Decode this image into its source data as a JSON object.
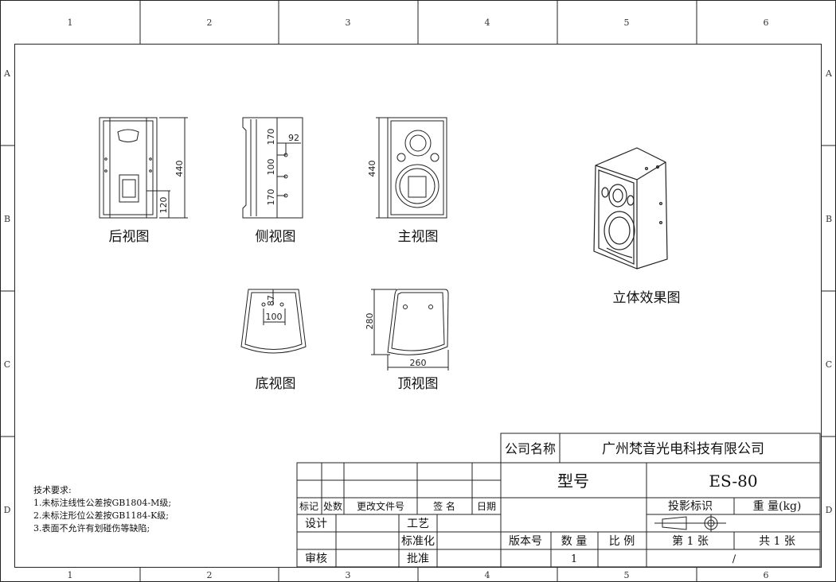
{
  "zones": {
    "columns": [
      "1",
      "2",
      "3",
      "4",
      "5",
      "6"
    ],
    "rows": [
      "A",
      "B",
      "C",
      "D"
    ]
  },
  "views": {
    "rear": "后视图",
    "side": "侧视图",
    "front": "主视图",
    "bottom": "底视图",
    "top": "顶视图",
    "iso": "立体效果图"
  },
  "dimensions": {
    "rear_height": "440",
    "rear_mount": "120",
    "side_top": "170",
    "side_mid": "100",
    "side_bottom": "170",
    "side_offset": "92",
    "front_height": "440",
    "bottom_depth": "87",
    "bottom_width": "100",
    "top_depth": "280",
    "top_width": "260"
  },
  "notes": {
    "title": "技术要求:",
    "items": [
      "1.未标注线性公差按GB1804-M级;",
      "2.未标注形位公差按GB1184-K级;",
      "3.表面不允许有划碰伤等缺陷;"
    ]
  },
  "title_block": {
    "company_label": "公司名称",
    "company_name": "广州梵音光电科技有限公司",
    "model_label": "型号",
    "model_value": "ES-80",
    "rev_headers": [
      "标记",
      "处数",
      "更改文件号",
      "签 名",
      "日期"
    ],
    "design": "设计",
    "process": "工艺",
    "standardize": "标准化",
    "review": "审核",
    "approve": "批准",
    "projection": "投影标识",
    "weight": "重 量(kg)",
    "version": "版本号",
    "quantity": "数 量",
    "scale": "比 例",
    "sheet": "第 1 张",
    "total": "共 1 张",
    "quantity_value": "1",
    "weight_value": "/"
  }
}
